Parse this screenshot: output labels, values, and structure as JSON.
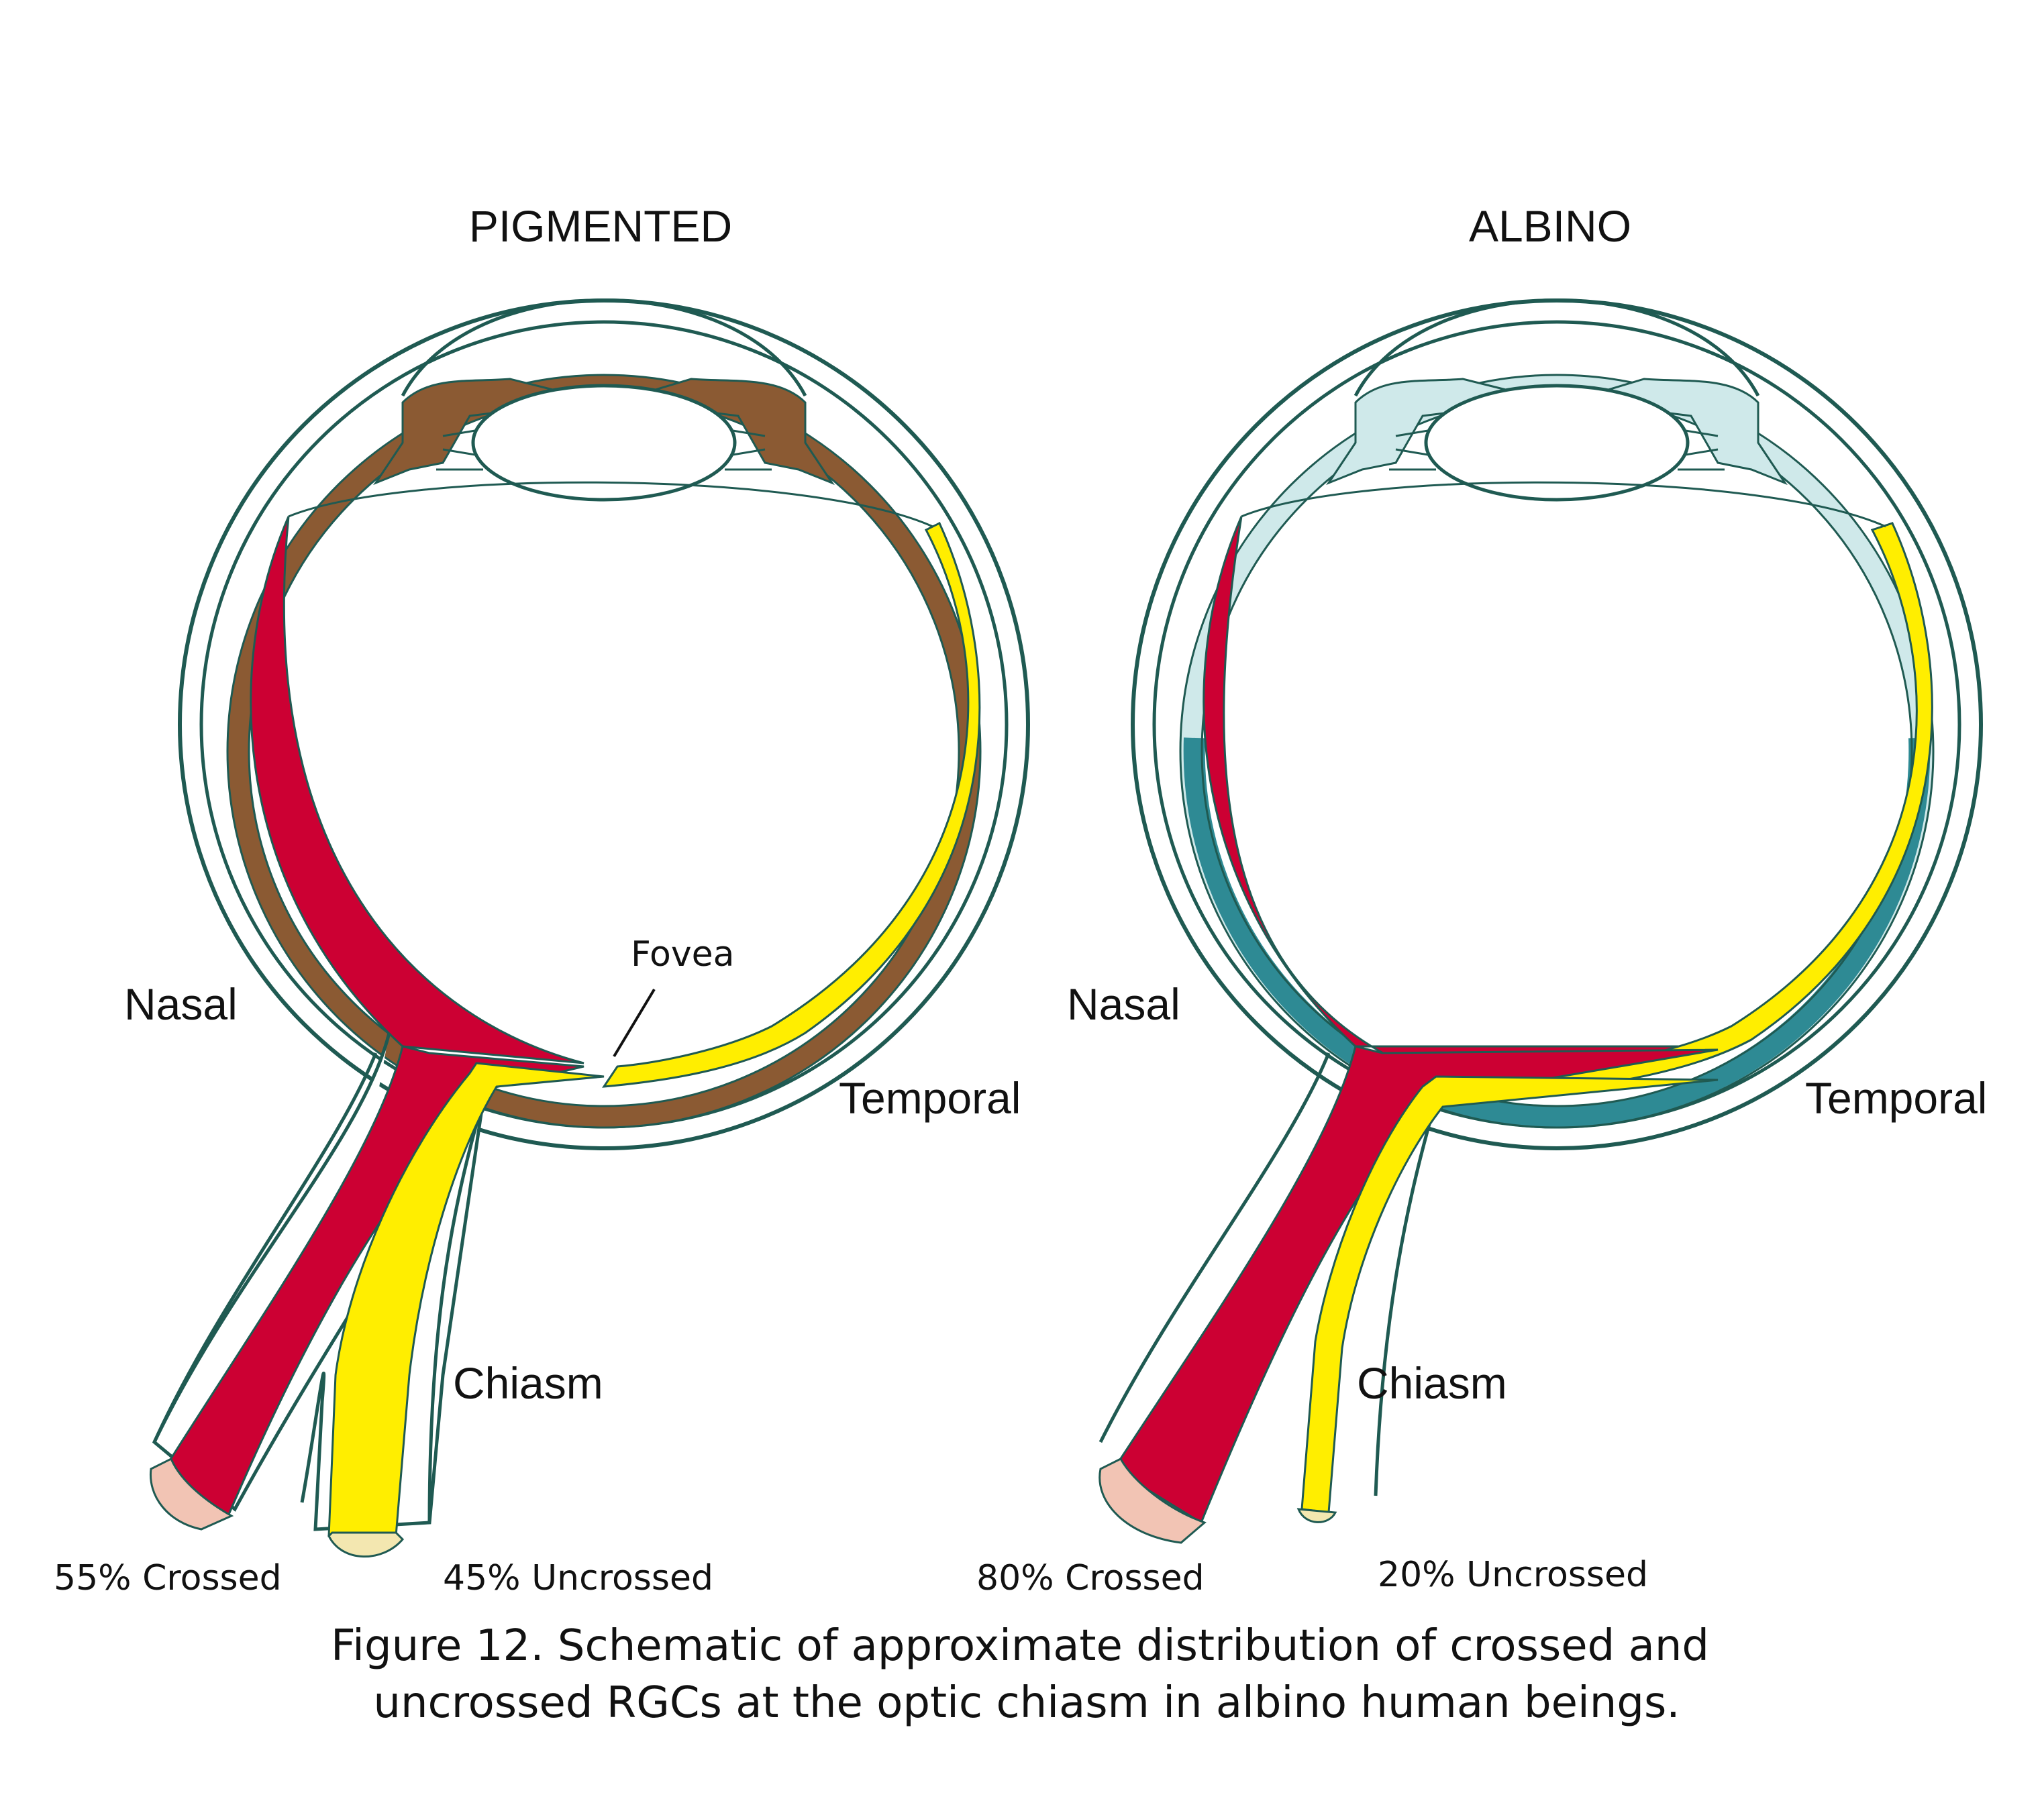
{
  "panels": {
    "pigmented": {
      "title": "PIGMENTED",
      "nasal": "Nasal",
      "temporal": "Temporal",
      "chiasm": "Chiasm",
      "fovea": "Fovea",
      "crossed": "55% Crossed",
      "uncrossed": "45% Uncrossed",
      "pigment_color": "#8b5a33"
    },
    "albino": {
      "title": "ALBINO",
      "nasal": "Nasal",
      "temporal": "Temporal",
      "chiasm": "Chiasm",
      "crossed": "80% Crossed",
      "uncrossed": "20% Uncrossed",
      "pigment_color": "#2e8a94",
      "pigment_light_color": "#cfe9ea"
    }
  },
  "colors": {
    "outline": "#1f5a52",
    "crossed_fibers": "#cc0033",
    "uncrossed_fibers": "#ffee00",
    "nerve_end_crossed": "#f2c4b4",
    "nerve_end_uncrossed": "#f3e7b0"
  },
  "caption": {
    "line1": "Figure 12. Schematic of approximate distribution of crossed and",
    "line2": "uncrossed RGCs at the optic chiasm in albino human beings."
  }
}
